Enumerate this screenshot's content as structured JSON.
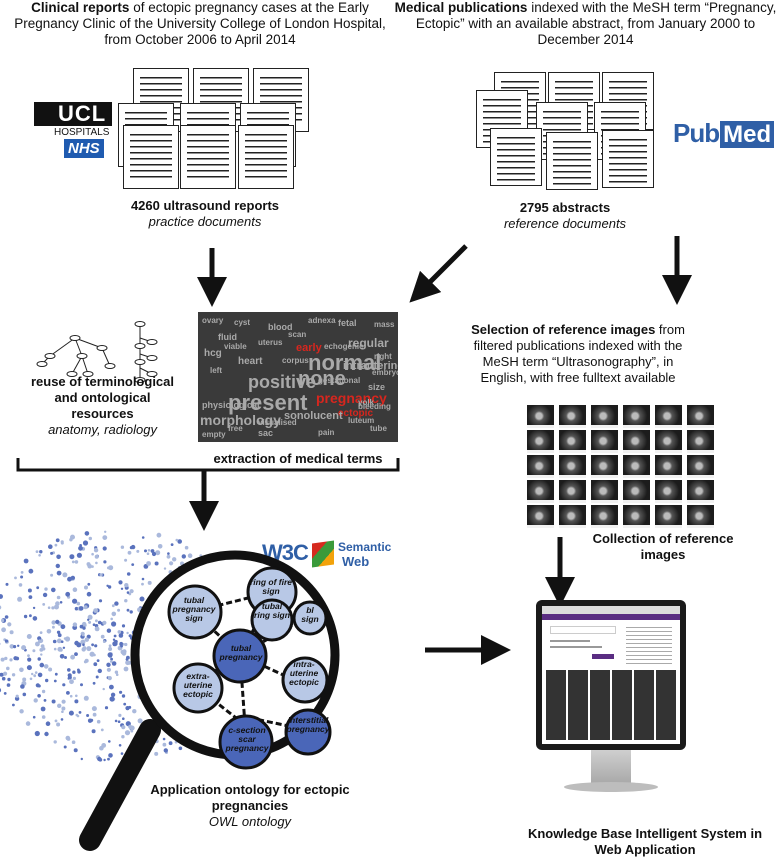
{
  "top_left": {
    "heading_bold": "Clinical reports",
    "heading_rest": " of ectopic pregnancy cases at the Early Pregnancy Clinic of the University College of London Hospital, from October 2006 to April 2014",
    "count": "4260 ultrasound reports",
    "subtitle": "practice documents"
  },
  "ucl_logo": {
    "word": "UCL",
    "hospitals": "HOSPITALS",
    "nhs": "NHS"
  },
  "top_right": {
    "heading_bold": "Medical publications",
    "heading_rest": " indexed with the MeSH term “Pregnancy, Ectopic” with an available abstract, from January 2000 to December 2014",
    "count": "2795 abstracts",
    "subtitle": "reference documents"
  },
  "pubmed_logo": {
    "pub": "Pub",
    "med": "Med"
  },
  "middle_left": {
    "reuse_bold": "reuse of terminological and ontological resources",
    "reuse_italic": "anatomy, radiology",
    "extraction": "extraction of medical terms"
  },
  "wordcloud_terms": [
    "normal",
    "none",
    "positive",
    "present",
    "pregnancy",
    "intrauterine",
    "ectopic",
    "morphology",
    "sonolucent",
    "early",
    "regular",
    "fluid",
    "blood",
    "hcg",
    "fetal",
    "heart",
    "size",
    "left",
    "right",
    "uterus",
    "ovary",
    "adnexa",
    "cyst",
    "tube",
    "sac",
    "pain",
    "scan",
    "yolk",
    "empty",
    "free",
    "gestational",
    "physiological",
    "corpus",
    "luteum",
    "embryo",
    "bleeding",
    "visualised",
    "mass",
    "viable",
    "echogenic"
  ],
  "middle_right": {
    "selection_bold": "Selection of reference images",
    "selection_rest": " from filtered publications indexed with the MeSH term “Ultrasonography”, in English, with free fulltext available",
    "collection": "Collection of reference images"
  },
  "w3c_logo": {
    "w3c": "W3C",
    "semantic": "Semantic",
    "web": "Web"
  },
  "ontology_nodes": [
    {
      "label": "ring of fire sign"
    },
    {
      "label": "tubal pregnancy sign"
    },
    {
      "label": "tubal ring sign"
    },
    {
      "label": "bl sign"
    },
    {
      "label": "tubal pregnancy"
    },
    {
      "label": "intra-uterine ectopic"
    },
    {
      "label": "extra-uterine ectopic"
    },
    {
      "label": "interstitial pregnancy"
    },
    {
      "label": "c-section scar pregnancy"
    }
  ],
  "bottom_left": {
    "title": "Application ontology for ectopic pregnancies",
    "subtitle": "OWL ontology"
  },
  "bottom_right": {
    "title": "Knowledge Base Intelligent System in Web Application"
  },
  "colors": {
    "node_light": "#b8c8e6",
    "node_dark": "#4a66b8",
    "arrow": "#111111",
    "pubmed_blue": "#2f5fa6",
    "nhs_blue": "#1f5bb0",
    "wordcloud_red": "#d7261e"
  }
}
